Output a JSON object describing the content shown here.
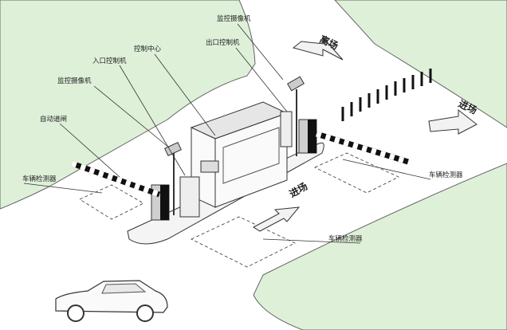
{
  "labels": {
    "camera_top": "监控摄像机",
    "exit_controller": "出口控制机",
    "control_center": "控制中心",
    "entry_controller": "入口控制机",
    "camera_left": "监控摄像机",
    "auto_gate": "自动道闸",
    "detector_left": "车辆检测器",
    "detector_right": "车辆检测器",
    "detector_bottom": "车辆检测器"
  },
  "directions": {
    "exit_top": "离场",
    "enter_right": "进场",
    "enter_center": "进场"
  },
  "colors": {
    "ground": "#dff0d9",
    "road": "#ffffff",
    "line": "#333333",
    "gate_stripe": "#111111"
  }
}
